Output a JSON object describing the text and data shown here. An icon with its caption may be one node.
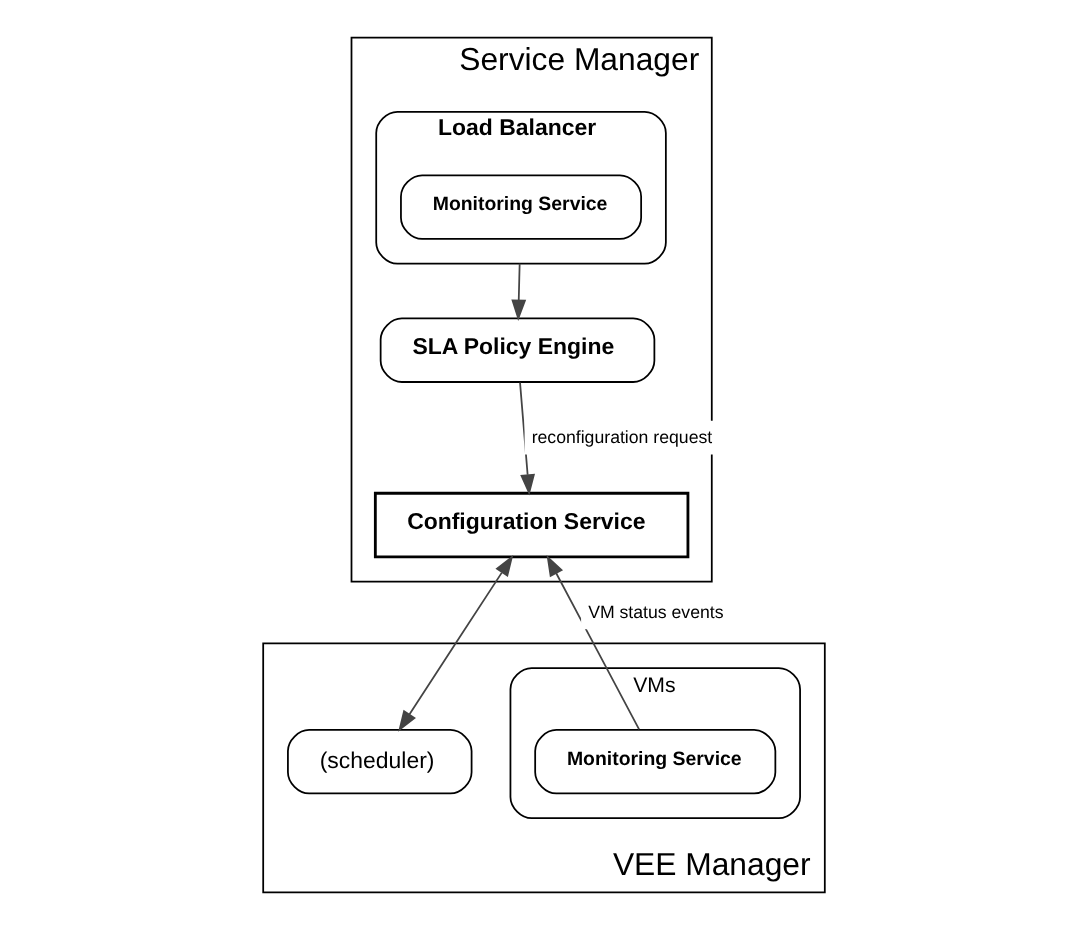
{
  "diagram": {
    "nodes": [
      {
        "text": [
          "Service Manager"
        ]
      },
      {
        "text": [
          "Load Balancer"
        ],
        "in": 0
      },
      {
        "text": [
          "Monitoring Service"
        ],
        "in": 1
      },
      {
        "text": [
          "SLA Policy Engine"
        ],
        "in": 0
      },
      {
        "text": [
          "Configuration Service"
        ],
        "in": 0
      },
      {
        "text": [
          "VEE Manager"
        ]
      },
      {
        "text": [
          "VMs"
        ],
        "in": 5
      },
      {
        "text": [
          "Monitoring Service"
        ],
        "in": 6
      },
      {
        "text": [
          "(scheduler)"
        ],
        "in": 5
      }
    ],
    "edges": [
      {
        "from": 1,
        "to": 3,
        "arrow": "to"
      },
      {
        "from": 3,
        "to": 4,
        "arrow": "to",
        "label": "reconfiguration request"
      },
      {
        "from": 7,
        "to": 4,
        "arrow": "to",
        "label": "VM status events"
      },
      {
        "from": 4,
        "to": 8,
        "arrow": "both"
      }
    ]
  }
}
